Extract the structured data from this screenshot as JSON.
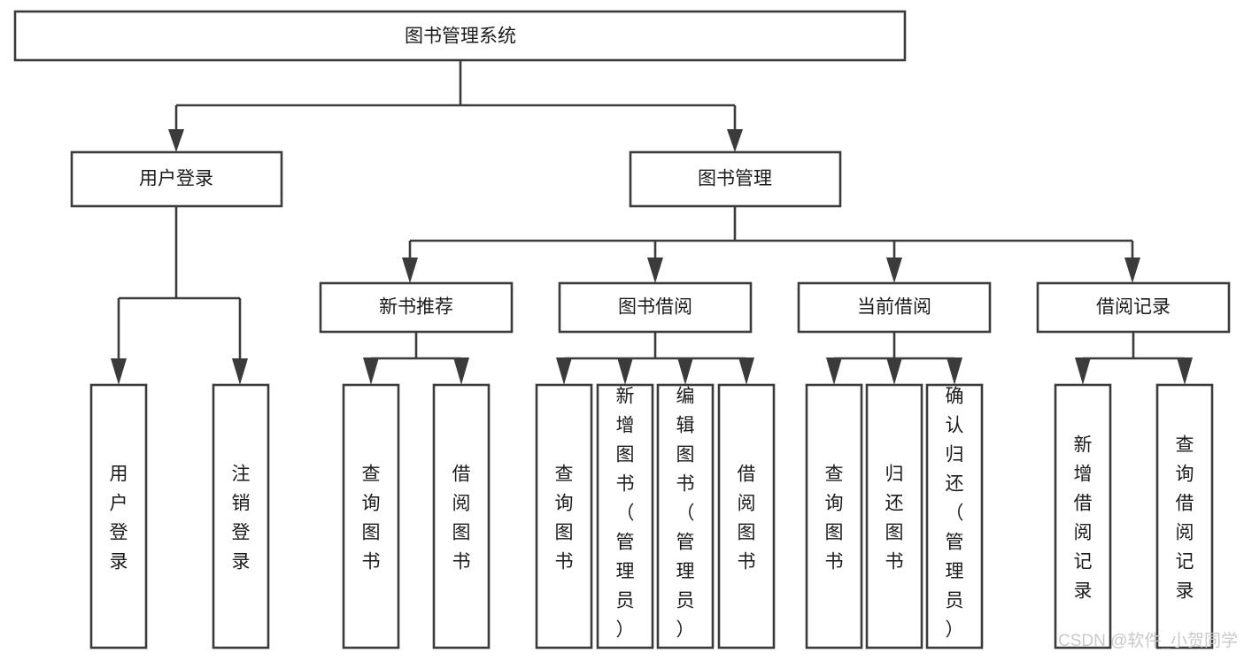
{
  "diagram": {
    "title": "图书管理系统",
    "type": "tree",
    "orientation": "top-down",
    "colors": {
      "box_stroke": "#3b3b3b",
      "box_fill": "#ffffff",
      "connector": "#3b3b3b",
      "text": "#1b1b1b",
      "watermark": "#c9c9c9",
      "background": "#ffffff"
    },
    "root": {
      "label": "图书管理系统"
    },
    "level1": [
      {
        "label": "用户登录"
      },
      {
        "label": "图书管理"
      }
    ],
    "level2": [
      {
        "label": "新书推荐"
      },
      {
        "label": "图书借阅"
      },
      {
        "label": "当前借阅"
      },
      {
        "label": "借阅记录"
      }
    ],
    "leaves": {
      "user_login": [
        {
          "label": "用户登录"
        },
        {
          "label": "注销登录"
        }
      ],
      "new_book_recommend": [
        {
          "label": "查询图书"
        },
        {
          "label": "借阅图书"
        }
      ],
      "book_borrow": [
        {
          "label": "查询图书"
        },
        {
          "label": "新增图书（管理员）"
        },
        {
          "label": "编辑图书（管理员）"
        },
        {
          "label": "借阅图书"
        }
      ],
      "current_borrow": [
        {
          "label": "查询图书"
        },
        {
          "label": "归还图书"
        },
        {
          "label": "确认归还（管理员）"
        }
      ],
      "borrow_record": [
        {
          "label": "新增借阅记录"
        },
        {
          "label": "查询借阅记录"
        }
      ]
    }
  },
  "watermark": {
    "text": "CSDN @软件_小贺同学"
  }
}
